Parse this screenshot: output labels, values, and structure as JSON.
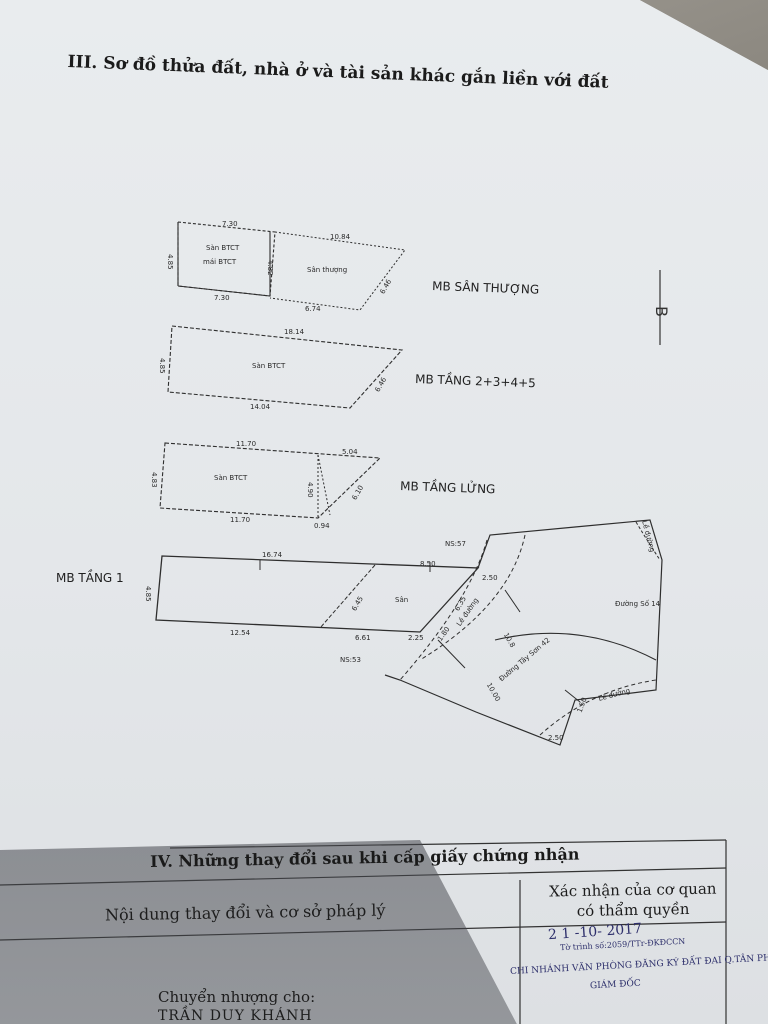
{
  "section_title": "III. Sơ đồ thửa đất, nhà ở và tài sản khác gắn liền với đất",
  "north_label": "B",
  "floors": {
    "rooftop": {
      "label": "MB SÂN THƯỢNG",
      "left_room": "Sàn BTCT",
      "left_room_2": "mái BTCT",
      "right_room": "Sân thượng",
      "dims": {
        "top_left": "7.30",
        "top_right": "10.84",
        "bottom_left": "7.30",
        "bottom_right": "6.74",
        "left": "4.85",
        "middle": "4.82",
        "diagonal": "6.46"
      }
    },
    "upper": {
      "label": "MB TẦNG 2+3+4+5",
      "room": "Sàn BTCT",
      "dims": {
        "top": "18.14",
        "bottom": "14.04",
        "left": "4.85",
        "diagonal": "6.46"
      }
    },
    "mezzanine": {
      "label": "MB TẦNG LỬNG",
      "room": "Sàn BTCT",
      "dims": {
        "top_left": "11.70",
        "top_right": "5.04",
        "bottom_left": "11.70",
        "bottom_right": "0.94",
        "left": "4.83",
        "middle": "4.90",
        "diagonal": "6.10"
      }
    },
    "ground": {
      "label": "MB TẦNG 1",
      "room": "Sân",
      "neighbor_top": "NS:57",
      "neighbor_bottom": "NS:53",
      "dims": {
        "top": "16.74",
        "top_right": "8.50",
        "bottom_left": "12.54",
        "bottom_mid": "6.61",
        "bottom_right": "2.25",
        "left": "4.85",
        "diag1": "6.45",
        "diag2": "6.35",
        "road1": "2.50",
        "road2": "1.80",
        "road3": "10.8",
        "road4": "10.00",
        "road5": "1.50",
        "road6": "2.50"
      },
      "roads": {
        "curb1": "Lề đường",
        "curb2": "Lề đường",
        "road_main": "Đường Tây Sơn 42",
        "road_side": "Đường Số 14",
        "corner": "Lề đường"
      }
    }
  },
  "changes": {
    "title": "IV. Những thay đổi sau khi cấp giấy chứng nhận",
    "col_content": "Nội dung thay đổi và cơ sở pháp lý",
    "col_confirm_1": "Xác nhận của cơ quan",
    "col_confirm_2": "có thẩm quyền",
    "transfer_label": "Chuyển nhượng cho:",
    "buyer_name": "TRẦN DUY KHÁNH",
    "stamp_date": "2 1 -10- 2017",
    "stamp_ref": "Tờ trình số:2059/TTr-ĐKĐCCN",
    "stamp_office": "CHI NHÁNH VĂN PHÒNG ĐĂNG KÝ ĐẤT ĐAI Q.TÂN PHÚ",
    "stamp_title": "GIÁM ĐỐC"
  }
}
